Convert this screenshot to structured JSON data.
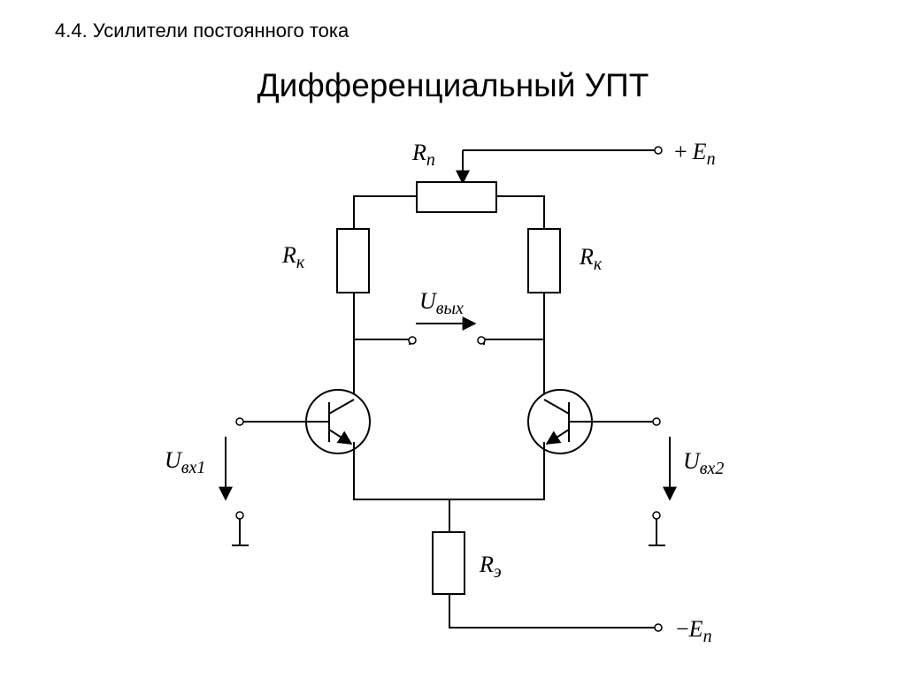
{
  "section_heading": "4.4. Усилители постоянного тока",
  "title": "Дифференциальный УПТ",
  "labels": {
    "rp": {
      "main": "R",
      "sub": "п"
    },
    "rk_left": {
      "main": "R",
      "sub": "к"
    },
    "rk_right": {
      "main": "R",
      "sub": "к"
    },
    "re": {
      "main": "R",
      "sub": "э"
    },
    "uout": {
      "main": "U",
      "sub": "вых"
    },
    "uin1": {
      "main": "U",
      "sub": "вх1"
    },
    "uin2": {
      "main": "U",
      "sub": "вх2"
    },
    "ep_plus": {
      "sign": "+",
      "main": "E",
      "sub": "п"
    },
    "ep_minus": {
      "sign": "−",
      "main": "E",
      "sub": "п"
    }
  }
}
